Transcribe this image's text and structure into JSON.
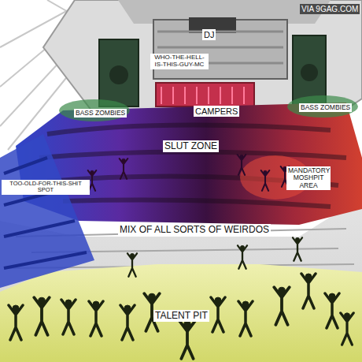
{
  "diagram": {
    "labels": [
      "VIA 9GAG.COM",
      "DJ",
      "WHO-THE-HELL-IS-THIS-GUY-MC",
      "BASS ZOMBIES",
      "CAMPERS",
      "BASS ZOMBIES",
      "SLUT ZONE",
      "MANDATORY MOSHPIT AREA",
      "TOO-OLD-FOR-THIS-SHIT SPOT",
      "MIX OF ALL SORTS OF WEIRDOS",
      "TALENT PIT"
    ]
  }
}
